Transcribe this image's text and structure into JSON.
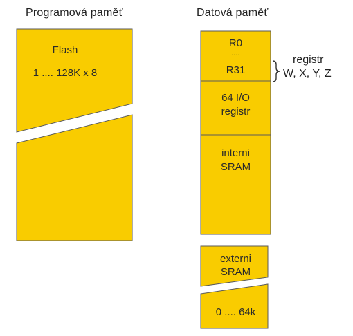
{
  "program_memory": {
    "title": "Programová paměť",
    "flash_label": "Flash",
    "flash_size": "1 .... 128K x 8"
  },
  "data_memory": {
    "title": "Datová paměť",
    "r0": "R0",
    "dots": "....",
    "r31": "R31",
    "io_line1": "64 I/O",
    "io_line2": "registr",
    "sram_line1": "interni",
    "sram_line2": "SRAM",
    "ext_line1": "externi",
    "ext_line2": "SRAM",
    "ext_range": "0 .... 64k"
  },
  "register_note": {
    "line1": "registr",
    "line2": "W, X, Y, Z"
  },
  "colors": {
    "fill": "#F9CC00",
    "stroke": "#5a5a5a"
  }
}
